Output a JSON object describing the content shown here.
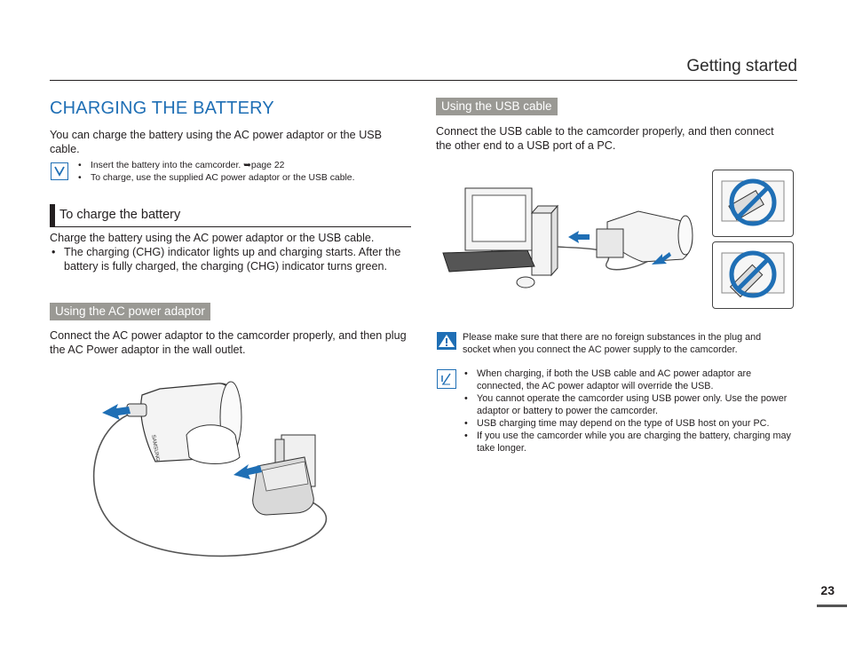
{
  "header": {
    "title": "Getting started"
  },
  "section": {
    "title": "CHARGING THE BATTERY",
    "intro": "You can charge the battery using the AC power adaptor or the USB cable.",
    "notes": [
      "Insert the battery into the camcorder. ➥page 22",
      "To charge, use the supplied AC power adaptor or the USB cable."
    ]
  },
  "to_charge": {
    "heading": "To charge the battery",
    "text": "Charge the battery using the AC power adaptor or the USB cable.",
    "bullets": [
      "The charging (CHG) indicator lights up and charging starts. After the battery is fully charged, the charging (CHG) indicator turns green."
    ]
  },
  "ac": {
    "label": "Using the AC power adaptor",
    "text": "Connect the AC power adaptor to the camcorder properly, and then plug the AC Power adaptor in the wall outlet.",
    "brand": "SAMSUNG"
  },
  "usb": {
    "label": "Using the USB cable",
    "text": "Connect the USB cable to the camcorder properly, and then connect the other end to a USB port of a PC."
  },
  "caution": {
    "text": "Please make sure that there are no foreign substances in the plug and socket when you connect the AC power supply to the camcorder."
  },
  "notes2": [
    "When charging, if both the USB cable and AC power adaptor are connected, the AC power adaptor will override the USB.",
    "You cannot operate the camcorder using USB power only. Use the power adaptor or battery to power the camcorder.",
    "USB charging time may depend on the type of USB host on your PC.",
    "If you use the camcorder while you are charging the battery, charging may take longer."
  ],
  "page_number": "23",
  "colors": {
    "accent": "#1f6fb5",
    "tag_bg": "#9a9994"
  }
}
